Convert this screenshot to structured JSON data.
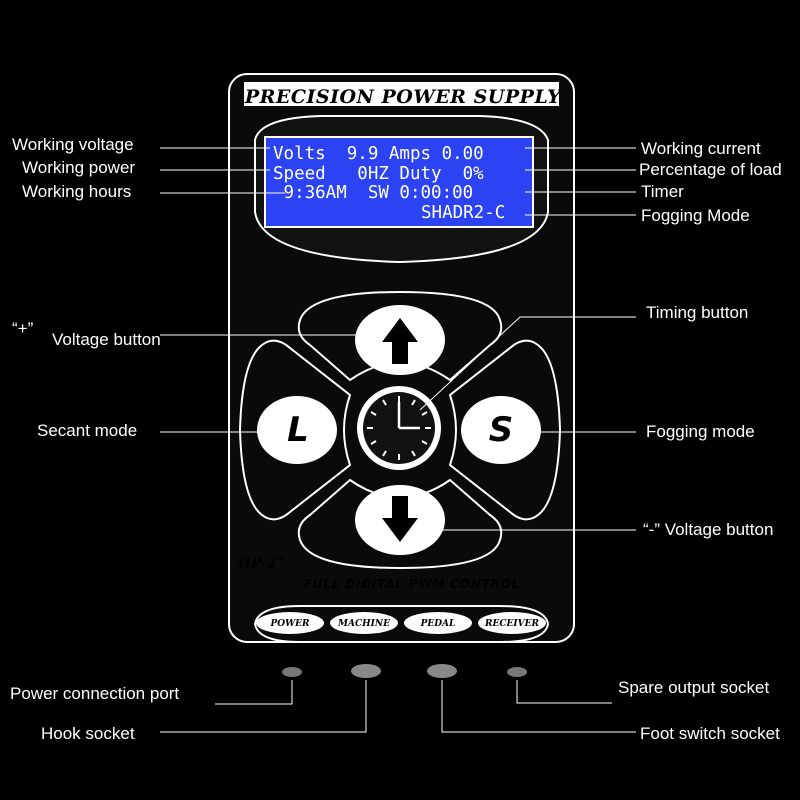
{
  "panel": {
    "title": "PRECISION POWER SUPPLY",
    "model": "HP-2",
    "model_sup": "+",
    "subtitle": "FULL DIGITAL PWM CONTROL"
  },
  "lcd": {
    "line1": "Volts  9.9 Amps 0.00",
    "line2": "Speed   0HZ Duty  0%",
    "line3": " 9:36AM  SW 0:00:00",
    "line4": "SHADR2-C"
  },
  "buttons": {
    "left": "L",
    "right": "S"
  },
  "pills": [
    "POWER",
    "MACHINE",
    "PEDAL",
    "RECEIVER"
  ],
  "labels": {
    "working_voltage": "Working voltage",
    "working_power": "Working power",
    "working_hours": "Working hours",
    "working_current": "Working current",
    "percentage_of_load": "Percentage of load",
    "timer": "Timer",
    "fogging_mode_lcd": "Fogging Mode",
    "plus_quote": "“+”",
    "voltage_button": "Voltage button",
    "timing_button": "Timing button",
    "secant_mode": "Secant mode",
    "fogging_mode": "Fogging mode",
    "minus_voltage_button": "“-” Voltage button",
    "power_connection_port": "Power connection port",
    "spare_output_socket": "Spare output socket",
    "hook_socket": "Hook socket",
    "foot_switch_socket": "Foot switch socket"
  },
  "colors": {
    "background": "#000000",
    "panel": "#0a0a0a",
    "lcd": "#2b43f2",
    "lcd_text": "#ffffff",
    "panel_outline": "#ffffff"
  }
}
